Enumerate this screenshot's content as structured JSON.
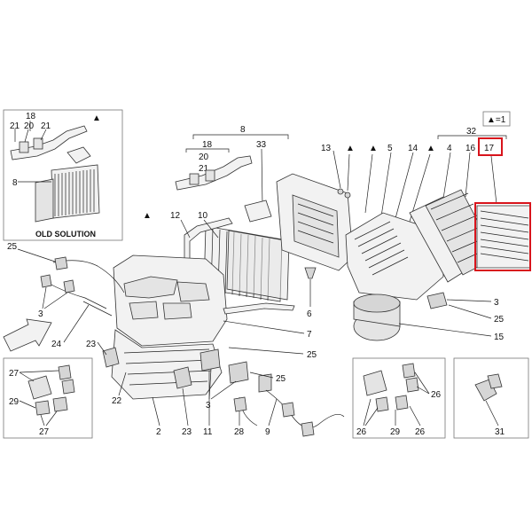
{
  "colors": {
    "highlight": "#d8141c",
    "line": "#222222",
    "part_fill": "#f2f2f2"
  },
  "legend": {
    "symbol": "▲",
    "text": "▲=1"
  },
  "inset_old_solution": {
    "title": "OLD SOLUTION",
    "labels": {
      "l18": "18",
      "l21a": "21",
      "l20": "20",
      "l21b": "21",
      "l8": "8",
      "tri": "▲"
    }
  },
  "labels": {
    "l8": "8",
    "l18": "18",
    "l20": "20",
    "l21": "21",
    "l33": "33",
    "l13": "13",
    "tri1": "▲",
    "tri2": "▲",
    "l5": "5",
    "l14": "14",
    "tri3": "▲",
    "l32": "32",
    "l4": "4",
    "l16": "16",
    "l17": "17",
    "l12": "12",
    "l10": "10",
    "tri4": "▲",
    "l6": "6",
    "l25a": "25",
    "l3a": "3",
    "l24": "24",
    "l23a": "23",
    "l7": "7",
    "l3b": "3",
    "l25b": "25",
    "l15": "15",
    "l25c": "25",
    "l25d": "25",
    "l22": "22",
    "l3c": "3",
    "l2": "2",
    "l23b": "23",
    "l11": "11",
    "l28": "28",
    "l9": "9"
  },
  "inset_bottom_left": {
    "l27a": "27",
    "l29": "29",
    "l27b": "27"
  },
  "inset_bottom_mid": {
    "l26a": "26",
    "l26b": "26",
    "l29": "29",
    "l26c": "26"
  },
  "inset_bottom_right": {
    "l31": "31"
  }
}
